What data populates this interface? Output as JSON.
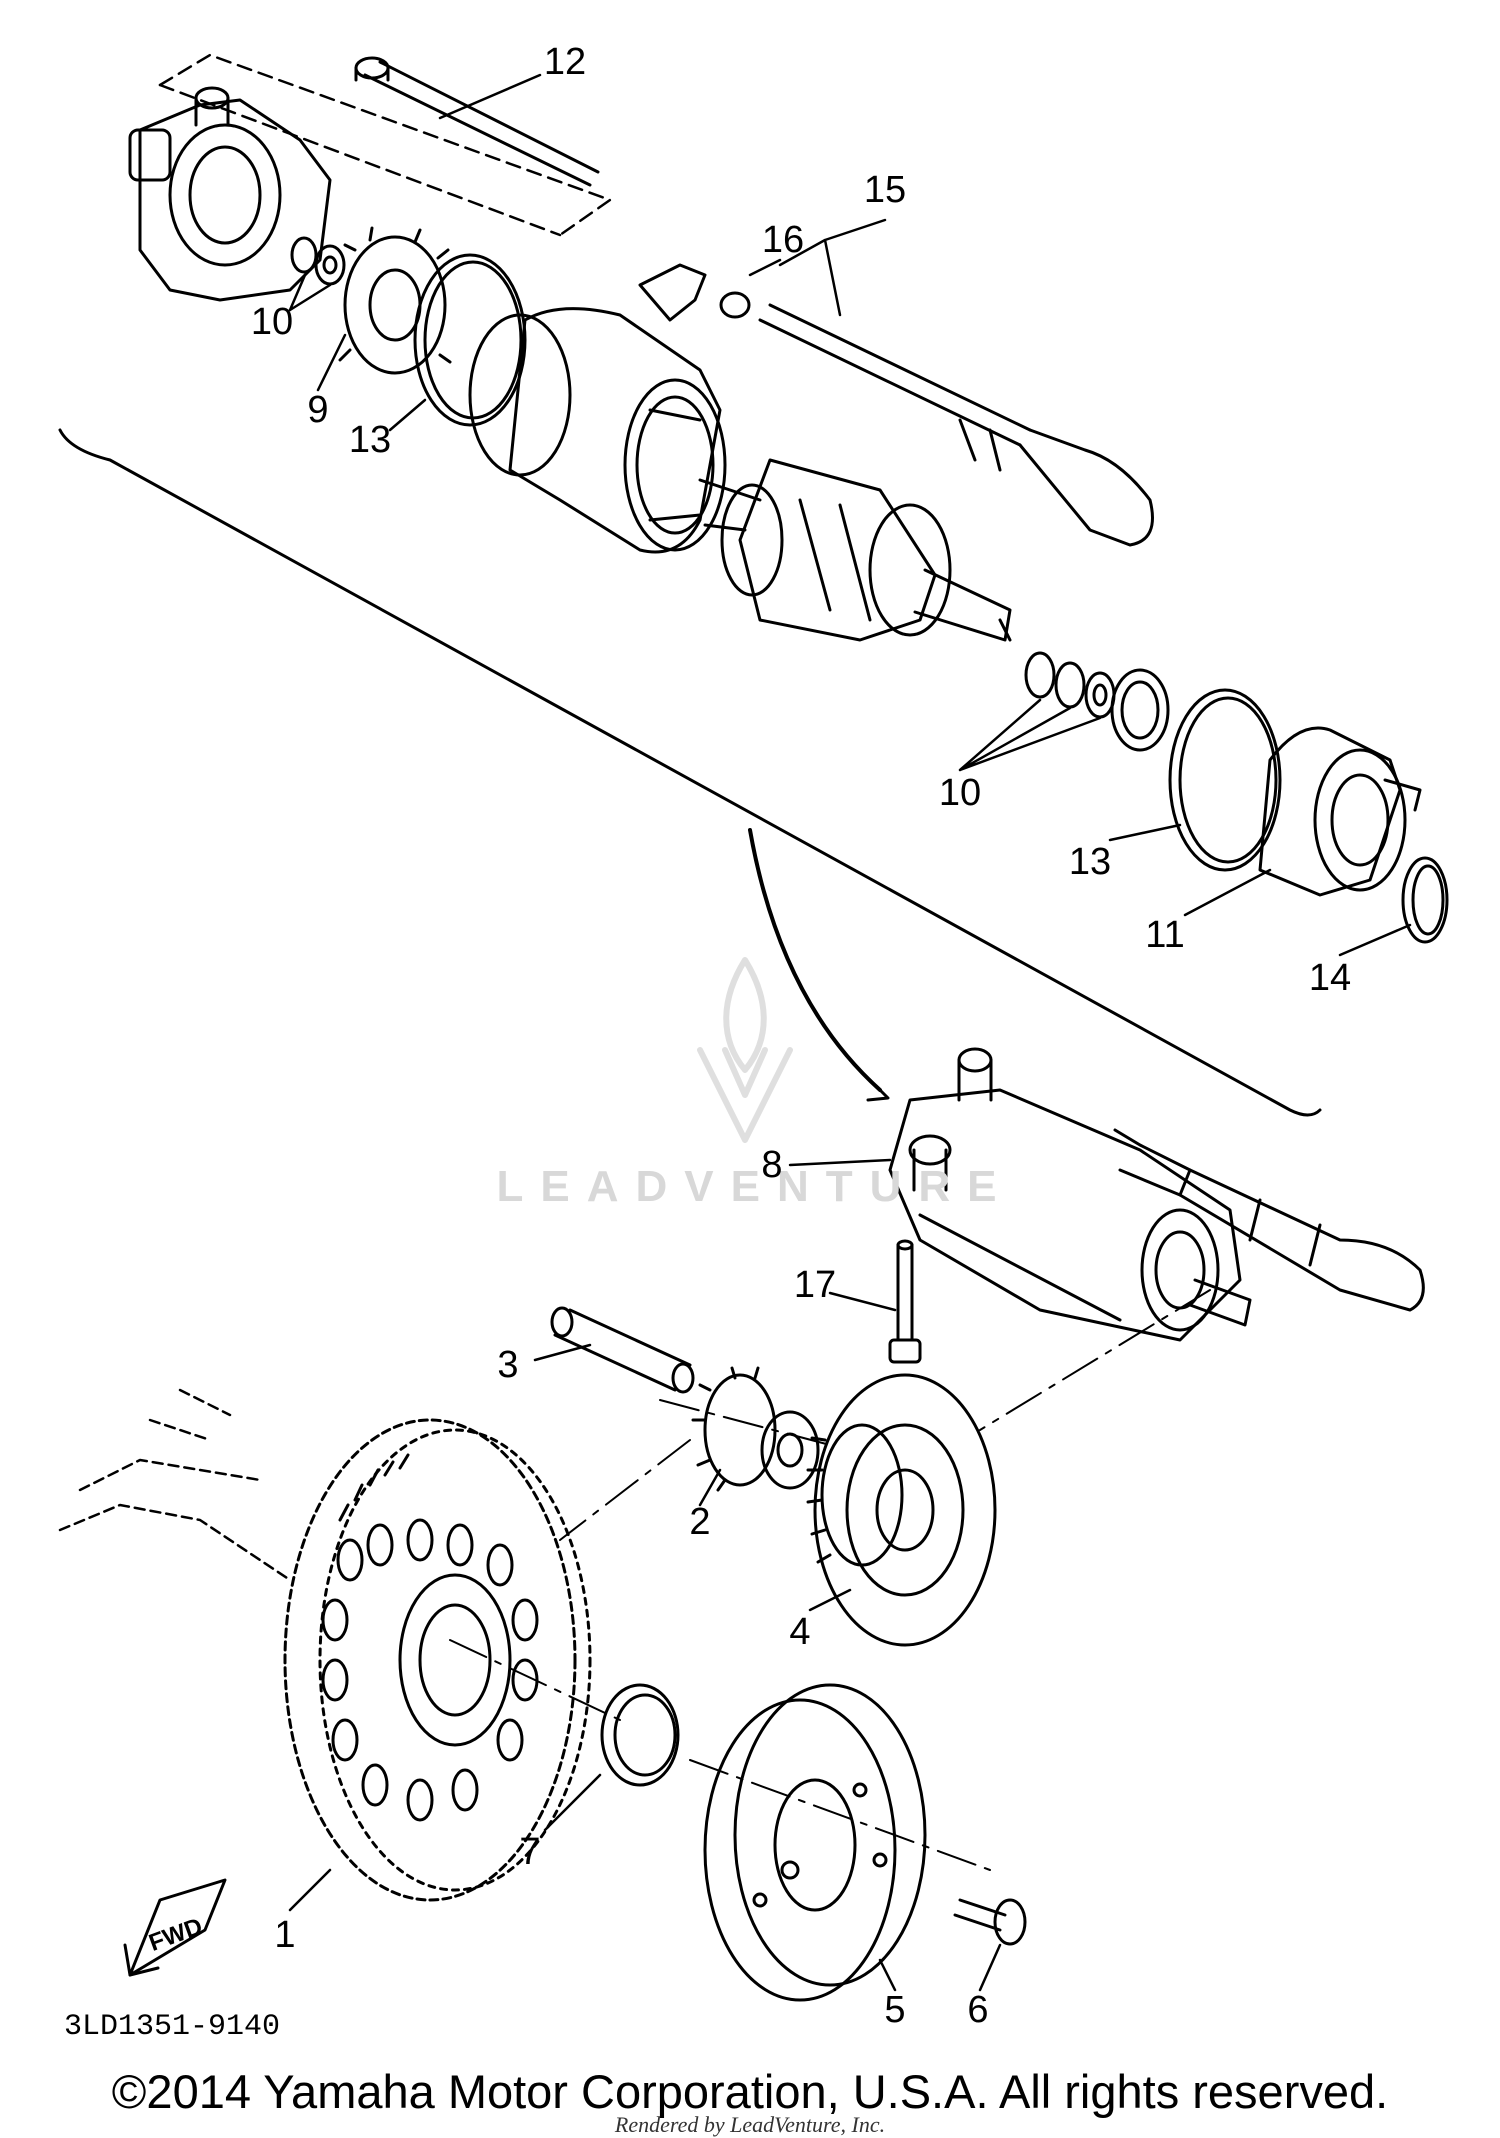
{
  "diagram": {
    "callouts": [
      {
        "id": "c1",
        "text": "1"
      },
      {
        "id": "c2",
        "text": "2"
      },
      {
        "id": "c3",
        "text": "3"
      },
      {
        "id": "c4",
        "text": "4"
      },
      {
        "id": "c5",
        "text": "5"
      },
      {
        "id": "c6",
        "text": "6"
      },
      {
        "id": "c7",
        "text": "7"
      },
      {
        "id": "c8",
        "text": "8"
      },
      {
        "id": "c9",
        "text": "9"
      },
      {
        "id": "c10a",
        "text": "10"
      },
      {
        "id": "c10b",
        "text": "10"
      },
      {
        "id": "c11",
        "text": "11"
      },
      {
        "id": "c12",
        "text": "12"
      },
      {
        "id": "c13a",
        "text": "13"
      },
      {
        "id": "c13b",
        "text": "13"
      },
      {
        "id": "c14",
        "text": "14"
      },
      {
        "id": "c15",
        "text": "15"
      },
      {
        "id": "c16",
        "text": "16"
      },
      {
        "id": "c17",
        "text": "17"
      }
    ],
    "fwd_label": "FWD",
    "watermark": "LEADVENTURE",
    "doc_code": "3LD1351-9140"
  },
  "footer": {
    "copyright": "©2014 Yamaha Motor Corporation, U.S.A. All rights reserved.",
    "rendered_by": "Rendered by LeadVenture, Inc."
  }
}
